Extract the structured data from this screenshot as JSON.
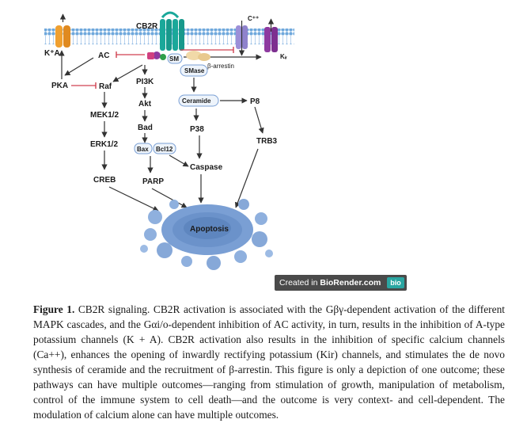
{
  "diagram": {
    "nodes": {
      "cb2r": "CB2R",
      "ka": "K⁺A",
      "ac": "AC",
      "calcium": "C⁺⁺",
      "kir": "Kᵢᵣ",
      "sm": "SM",
      "beta_arrestin": "β-arrestin",
      "smase": "SMase",
      "pka": "PKA",
      "raf": "Raf",
      "pi3k": "PI3K",
      "akt": "Akt",
      "bad": "Bad",
      "bax": "Bax",
      "bcl2": "Bcl12",
      "mek": "MEK1/2",
      "erk": "ERK1/2",
      "creb": "CREB",
      "parp": "PARP",
      "ceramide": "Ceramide",
      "p8": "P8",
      "p38": "P38",
      "trb3": "TRB3",
      "caspase": "Caspase",
      "apoptosis": "Apoptosis"
    },
    "colors": {
      "membrane": "#6fa8dc",
      "receptor": "#1aa89a",
      "ka_channel": "#f0a030",
      "calcium_channel": "#9c8fd8",
      "kir_channel": "#8e3aa0",
      "arrestin": "#f1d9a8",
      "cell": "#7a9fd4"
    }
  },
  "badge": {
    "prefix": "Created in",
    "brand": "BioRender.com",
    "logo": "bio"
  },
  "caption": {
    "label": "Figure 1.",
    "text": "CB2R signaling. CB2R activation is associated with the Gβγ-dependent activation of the different MAPK cascades, and the Gαi/o-dependent inhibition of AC activity, in turn, results in the inhibition of A-type potassium channels (K + A). CB2R activation also results in the inhibition of specific calcium channels (Ca++), enhances the opening of inwardly rectifying potassium (Kir) channels, and stimulates the de novo synthesis of ceramide and the recruitment of β-arrestin. This figure is only a depiction of one outcome; these pathways can have multiple outcomes—ranging from stimulation of growth, manipulation of metabolism, control of the immune system to cell death—and the outcome is very context- and cell-dependent. The modulation of calcium alone can have multiple outcomes."
  }
}
